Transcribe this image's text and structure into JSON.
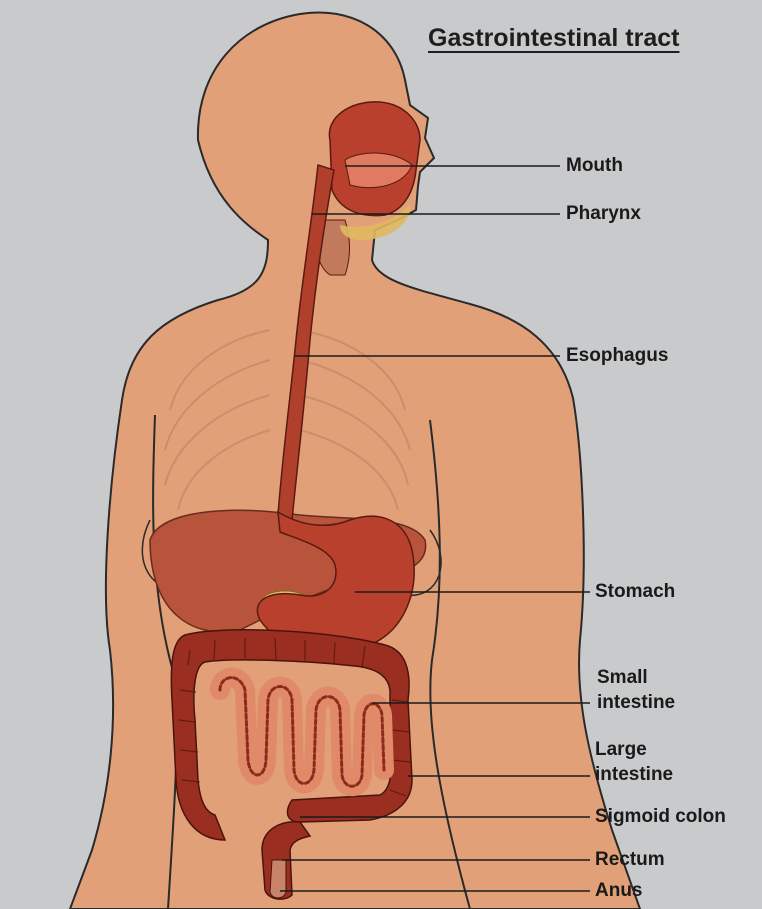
{
  "title": "Gastrointestinal tract",
  "labels": {
    "mouth": "Mouth",
    "pharynx": "Pharynx",
    "esophagus": "Esophagus",
    "stomach": "Stomach",
    "small_intestine_1": "Small",
    "small_intestine_2": "intestine",
    "large_intestine_1": "Large",
    "large_intestine_2": "intestine",
    "sigmoid_colon": "Sigmoid colon",
    "rectum": "Rectum",
    "anus": "Anus"
  },
  "colors": {
    "background": "#c9cacb",
    "skin": "#e2a078",
    "organ_dark": "#8e2a1c",
    "organ": "#b8402c",
    "intestine_fill": "#e08a6a",
    "text": "#1a1a1a"
  }
}
